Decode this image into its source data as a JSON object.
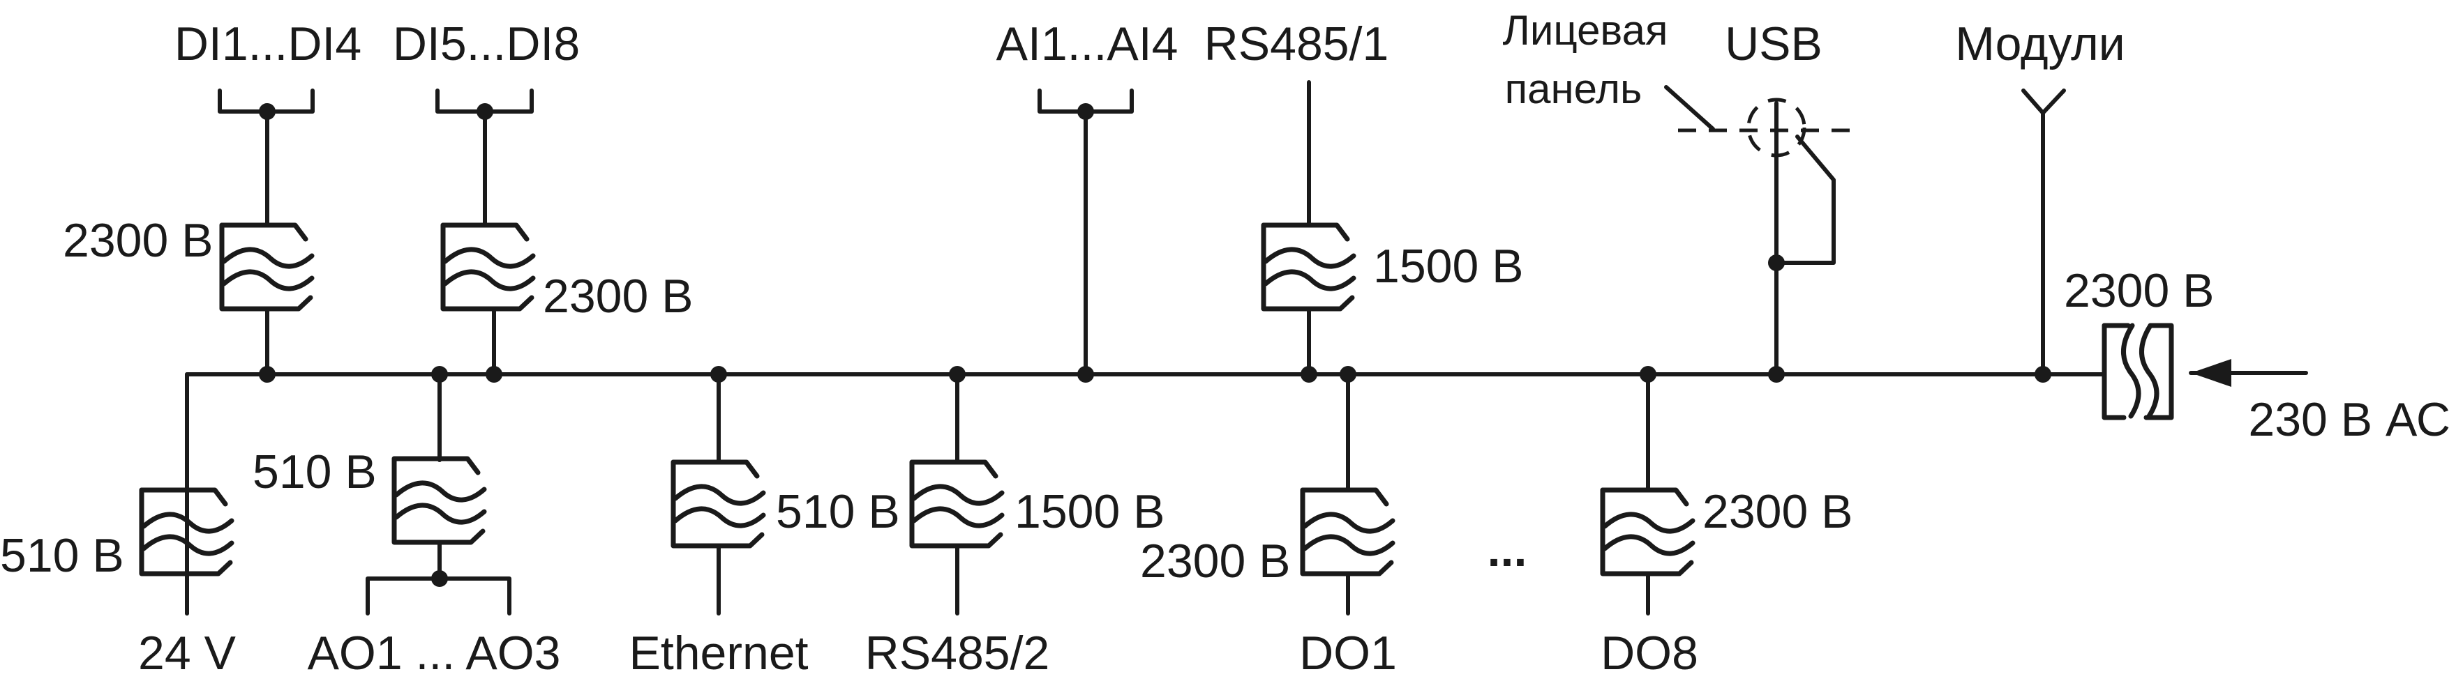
{
  "diagram": {
    "top_labels": {
      "di1_4": "DI1...DI4",
      "di5_8": "DI5...DI8",
      "ai1_4": "AI1...AI4",
      "rs485_1": "RS485/1",
      "front_panel_line1": "Лицевая",
      "front_panel_line2": "панель",
      "usb": "USB",
      "modules": "Модули"
    },
    "bottom_labels": {
      "v24": "24 V",
      "ao": "AO1 ... AO3",
      "ethernet": "Ethernet",
      "rs485_2": "RS485/2",
      "do1": "DO1",
      "dots": "...",
      "do8": "DO8"
    },
    "voltage_labels": {
      "di1_4": "2300 В",
      "di5_8": "2300 В",
      "rs485_1": "1500 В",
      "power": "2300 В",
      "v24": "510 В",
      "ao": "510 В",
      "ethernet": "510 В",
      "rs485_2": "1500 В",
      "do1": "2300 В",
      "do8": "2300 В"
    },
    "power_input": "230 В АС"
  }
}
